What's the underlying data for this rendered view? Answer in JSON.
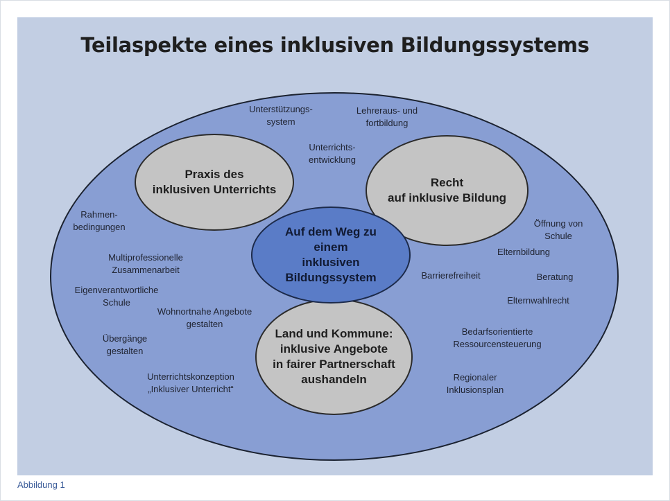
{
  "title": "Teilaspekte eines inklusiven Bildungssystems",
  "center": [
    "Auf dem Weg zu",
    "einem",
    "inklusiven",
    "Bildungssystem"
  ],
  "bubbles": {
    "praxis": [
      "Praxis des",
      "inklusiven Unterrichts"
    ],
    "recht": [
      "Recht",
      "auf inklusive Bildung"
    ],
    "land": [
      "Land und Kommune:",
      "inklusive Angebote",
      "in fairer Partnerschaft",
      "aushandeln"
    ]
  },
  "labels": {
    "unterstuetzung": [
      "Unterstützungs-",
      "system"
    ],
    "lehrer": [
      "Lehreraus- und",
      "fortbildung"
    ],
    "unterricht_entw": [
      "Unterrichts-",
      "entwicklung"
    ],
    "rahmen": [
      "Rahmen-",
      "bedingungen"
    ],
    "multi": [
      "Multiprofessionelle",
      "Zusammenarbeit"
    ],
    "eigen": [
      "Eigenverantwortliche",
      "Schule"
    ],
    "wohnort": [
      "Wohnortnahe Angebote",
      "gestalten"
    ],
    "uebergaenge": [
      "Übergänge",
      "gestalten"
    ],
    "konzeption": [
      "Unterrichtskonzeption",
      "„Inklusiver Unterricht“"
    ],
    "oeffnung": [
      "Öffnung von",
      "Schule"
    ],
    "elternbildung": [
      "Elternbildung"
    ],
    "barriere": [
      "Barrierefreiheit"
    ],
    "beratung": [
      "Beratung"
    ],
    "elternwahl": [
      "Elternwahlrecht"
    ],
    "bedarf": [
      "Bedarfsorientierte",
      "Ressourcensteuerung"
    ],
    "regional": [
      "Regionaler",
      "Inklusionsplan"
    ]
  },
  "caption": "Abbildung 1",
  "colors": {
    "panel": "#c2cee3",
    "outer_ellipse": "#889ed3",
    "center_ellipse": "#5a7cc7",
    "grey_ellipse": "#c4c4c4",
    "caption": "#3b5c99"
  }
}
